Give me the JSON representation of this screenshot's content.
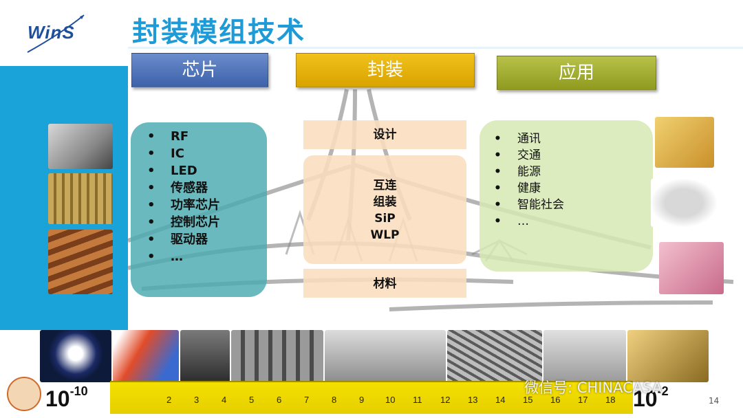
{
  "title": "封装模组技术",
  "logo": "WinS",
  "headers": {
    "chip": "芯片",
    "package": "封装",
    "application": "应用"
  },
  "chip_items": [
    "RF",
    "IC",
    "LED",
    "传感器",
    "功率芯片",
    "控制芯片",
    "驱动器",
    "…"
  ],
  "package": {
    "top": "设计",
    "middle": [
      "互连",
      "组装",
      "SiP",
      "WLP"
    ],
    "bottom": "材料"
  },
  "application_items": [
    "通讯",
    "交通",
    "能源",
    "健康",
    "智能社会",
    "…"
  ],
  "scale": {
    "left_base": "10",
    "left_exp": "-10",
    "right_base": "10",
    "right_exp": "-2"
  },
  "ruler_marks": [
    "2",
    "3",
    "4",
    "5",
    "6",
    "7",
    "8",
    "9",
    "10",
    "11",
    "12",
    "13",
    "14",
    "15",
    "16",
    "17",
    "18"
  ],
  "watermark": "微信号: CHINACASA",
  "page_number": "14",
  "colors": {
    "title": "#1e9ad6",
    "band": "#1aa3d8",
    "chip": "#3d62aa",
    "package": "#d9a300",
    "application": "#8f9a1f"
  }
}
